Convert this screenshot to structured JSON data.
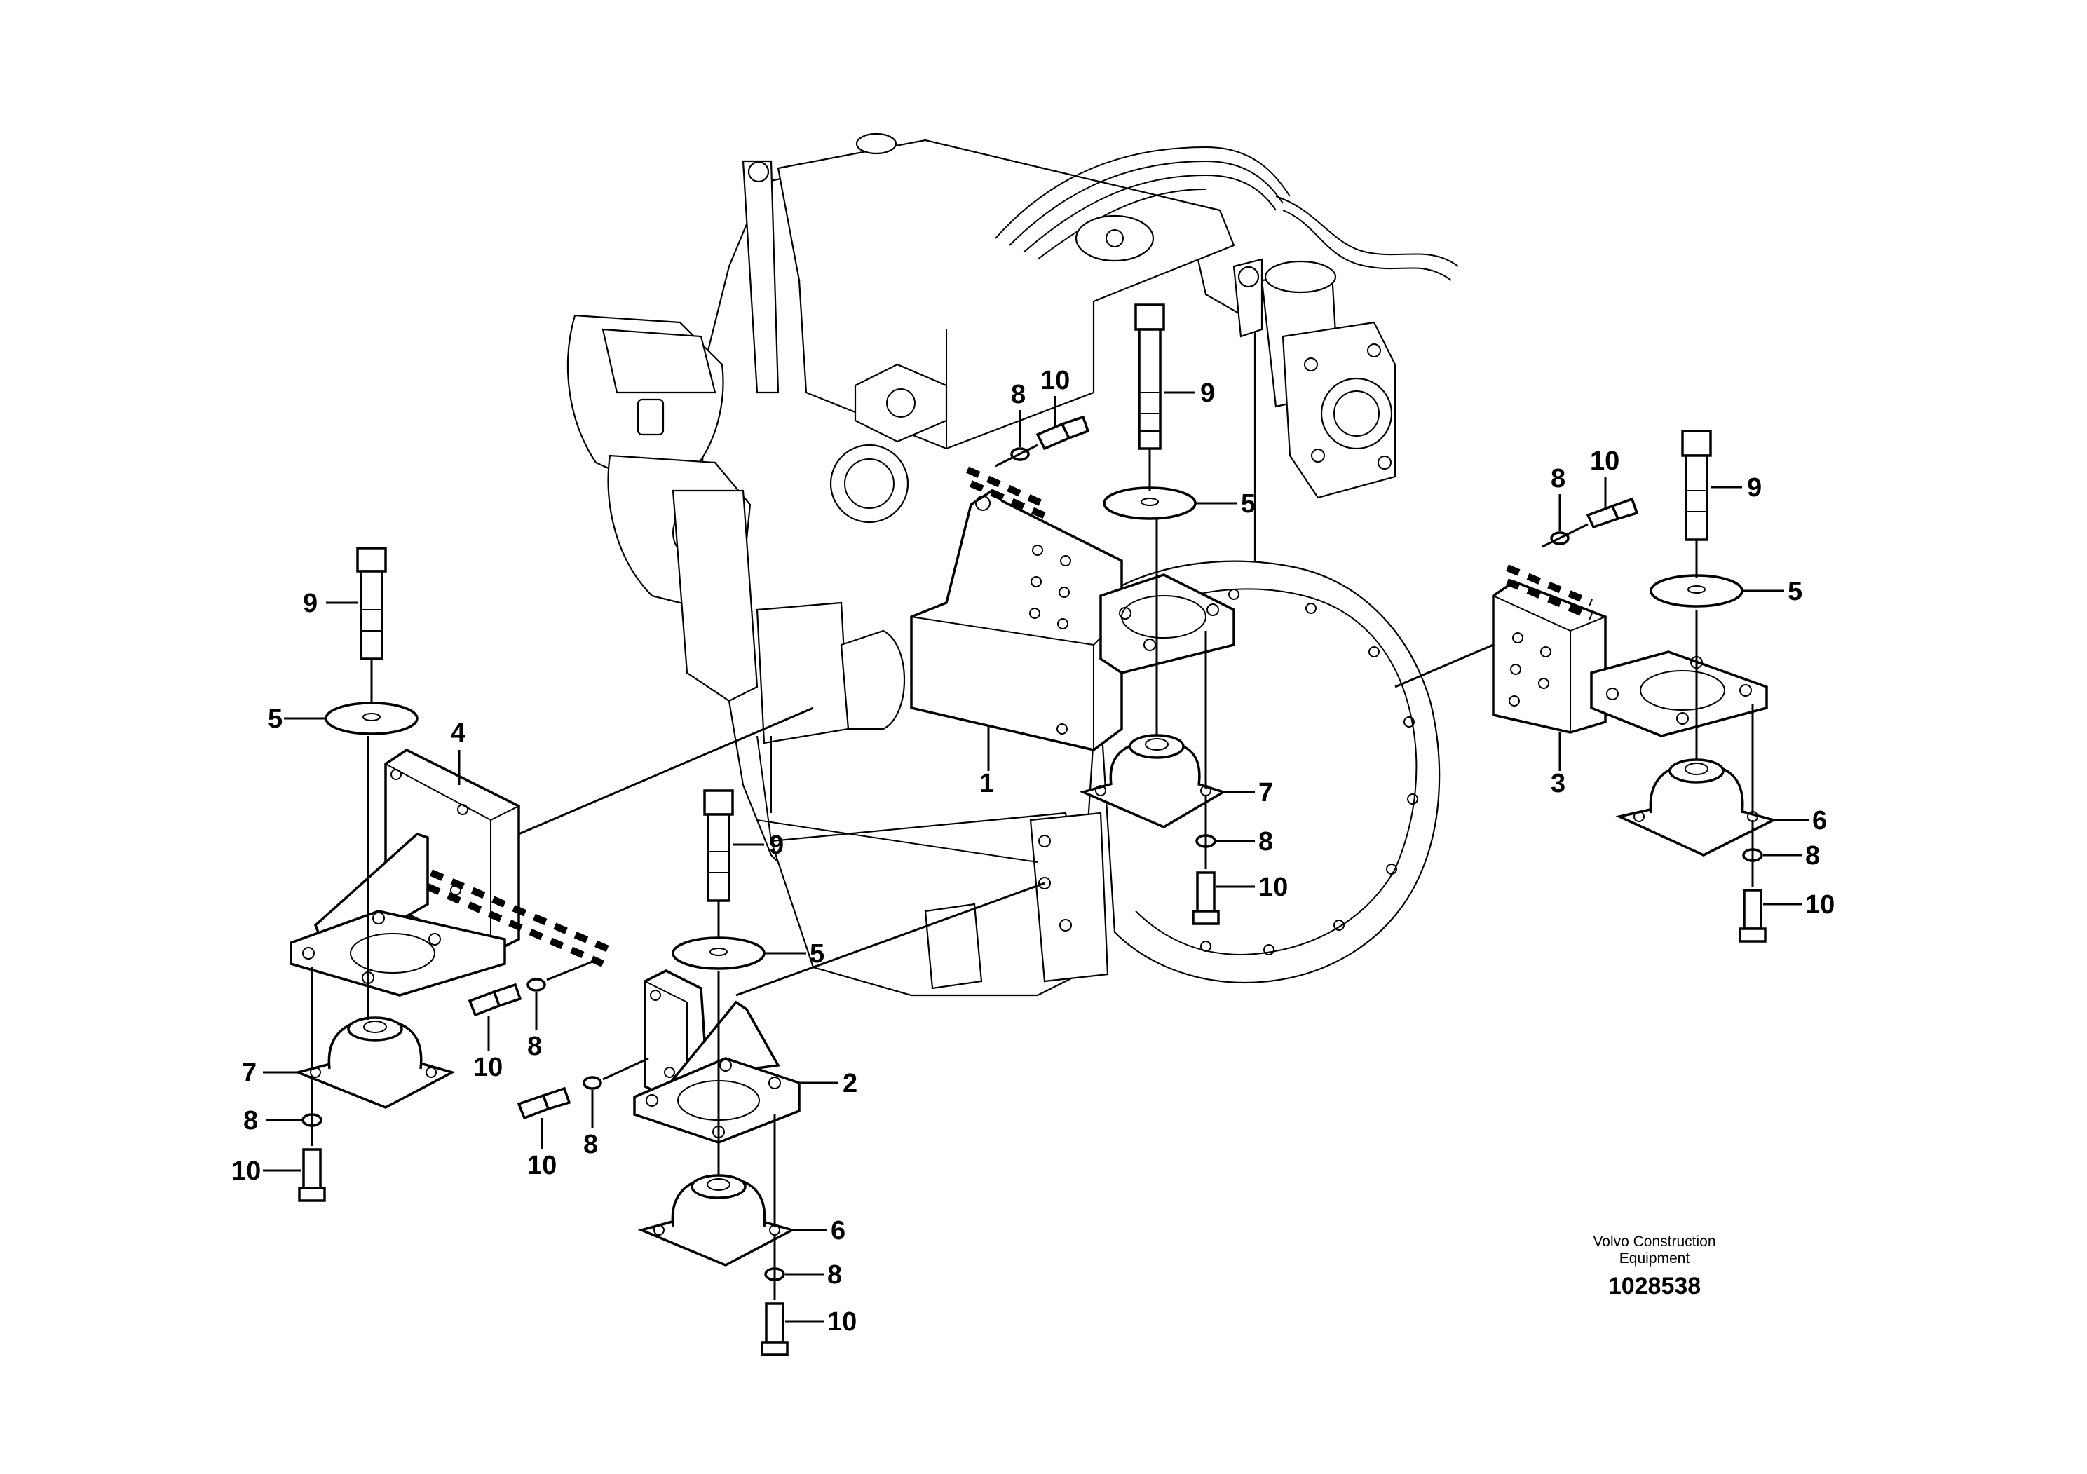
{
  "callouts": [
    {
      "label": "1",
      "part": "bracket"
    },
    {
      "label": "2",
      "part": "bracket"
    },
    {
      "label": "3",
      "part": "bracket"
    },
    {
      "label": "4",
      "part": "bracket"
    },
    {
      "label": "5",
      "part": "washer"
    },
    {
      "label": "6",
      "part": "rubber-mount"
    },
    {
      "label": "7",
      "part": "rubber-mount"
    },
    {
      "label": "8",
      "part": "lock-washer"
    },
    {
      "label": "9",
      "part": "bolt"
    },
    {
      "label": "10",
      "part": "screw"
    }
  ],
  "branding": {
    "line1": "Volvo Construction",
    "line2": "Equipment",
    "drawing_number": "1028538"
  }
}
